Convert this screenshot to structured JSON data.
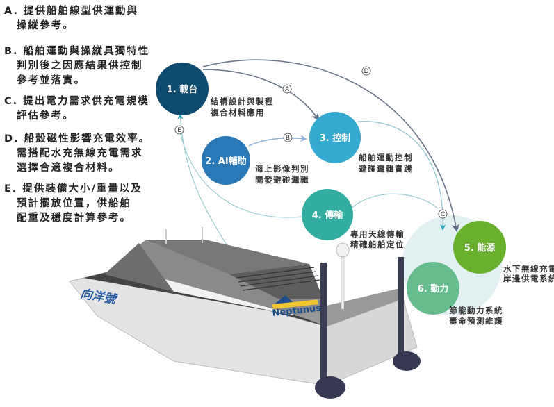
{
  "notes": [
    {
      "lines": [
        "A. 提供船舶線型供運動與",
        "操縱參考。"
      ]
    },
    {
      "lines": [
        "B. 船舶運動與操縱具獨特性",
        "判別後之因應結果供控制",
        "參考並落實。"
      ]
    },
    {
      "lines": [
        "C. 提出電力需求供充電規模",
        "評估參考。"
      ]
    },
    {
      "lines": [
        "D. 船殼磁性影響充電效率。",
        "需搭配水充無線充電需求",
        "選擇合適複合材料。"
      ]
    },
    {
      "lines": [
        "E. 提供裝備大小/重量以及",
        "預計擺放位置，供船舶",
        "配重及穩度計算參考。"
      ]
    }
  ],
  "nodes": [
    {
      "label": "1. 載台",
      "desc": [
        "結構設計與製程",
        "複合材料應用"
      ],
      "color": "#0f4a6f"
    },
    {
      "label": "2. AI輔助",
      "desc": [
        "海上影像判別",
        "開發避碰邏輯"
      ],
      "color": "#2b78b6"
    },
    {
      "label": "3. 控制",
      "desc": [
        "船舶運動控制",
        "避碰邏輯實踐"
      ],
      "color": "#36a9d0"
    },
    {
      "label": "4. 傳輸",
      "desc": [
        "專用天線傳輸",
        "精確船舶定位"
      ],
      "color": "#33ad9f"
    },
    {
      "label": "5. 能源",
      "desc": [
        "水下無線充電",
        "岸邊供電系統"
      ],
      "color": "#68b02e"
    },
    {
      "label": "6. 動力",
      "desc": [
        "節能動力系統",
        "壽命預測維護"
      ],
      "color": "#67bc8d"
    }
  ],
  "arrow_labels": [
    "A",
    "B",
    "C",
    "D",
    "E"
  ],
  "boat": {
    "name": "向洋號",
    "logo": "Neptunus"
  }
}
